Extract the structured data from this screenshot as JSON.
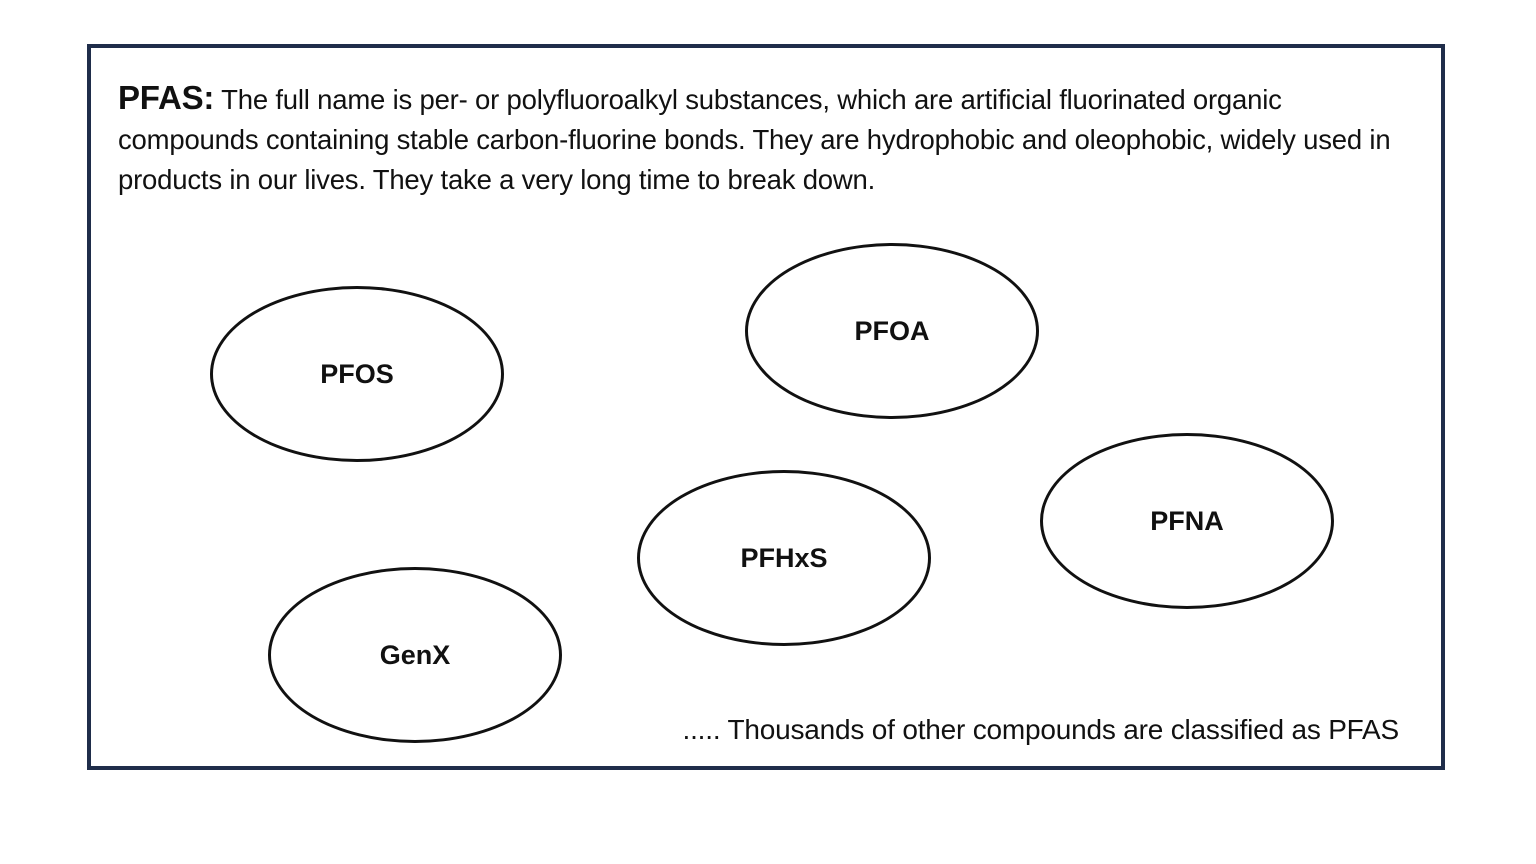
{
  "definition": {
    "term": "PFAS:",
    "text": "The full name is per- or polyfluoroalkyl substances, which are artificial fluorinated organic compounds containing stable carbon-fluorine bonds. They are hydrophobic and oleophobic, widely used in products in our lives. They take a very long time to break down."
  },
  "compounds": [
    {
      "label": "PFOS"
    },
    {
      "label": "PFOA"
    },
    {
      "label": "PFNA"
    },
    {
      "label": "PFHxS"
    },
    {
      "label": "GenX"
    }
  ],
  "footnote": "..... Thousands of other compounds are classified as PFAS",
  "colors": {
    "frame_border": "#1f2d4a",
    "ellipse_stroke": "#111111",
    "background": "#ffffff"
  }
}
